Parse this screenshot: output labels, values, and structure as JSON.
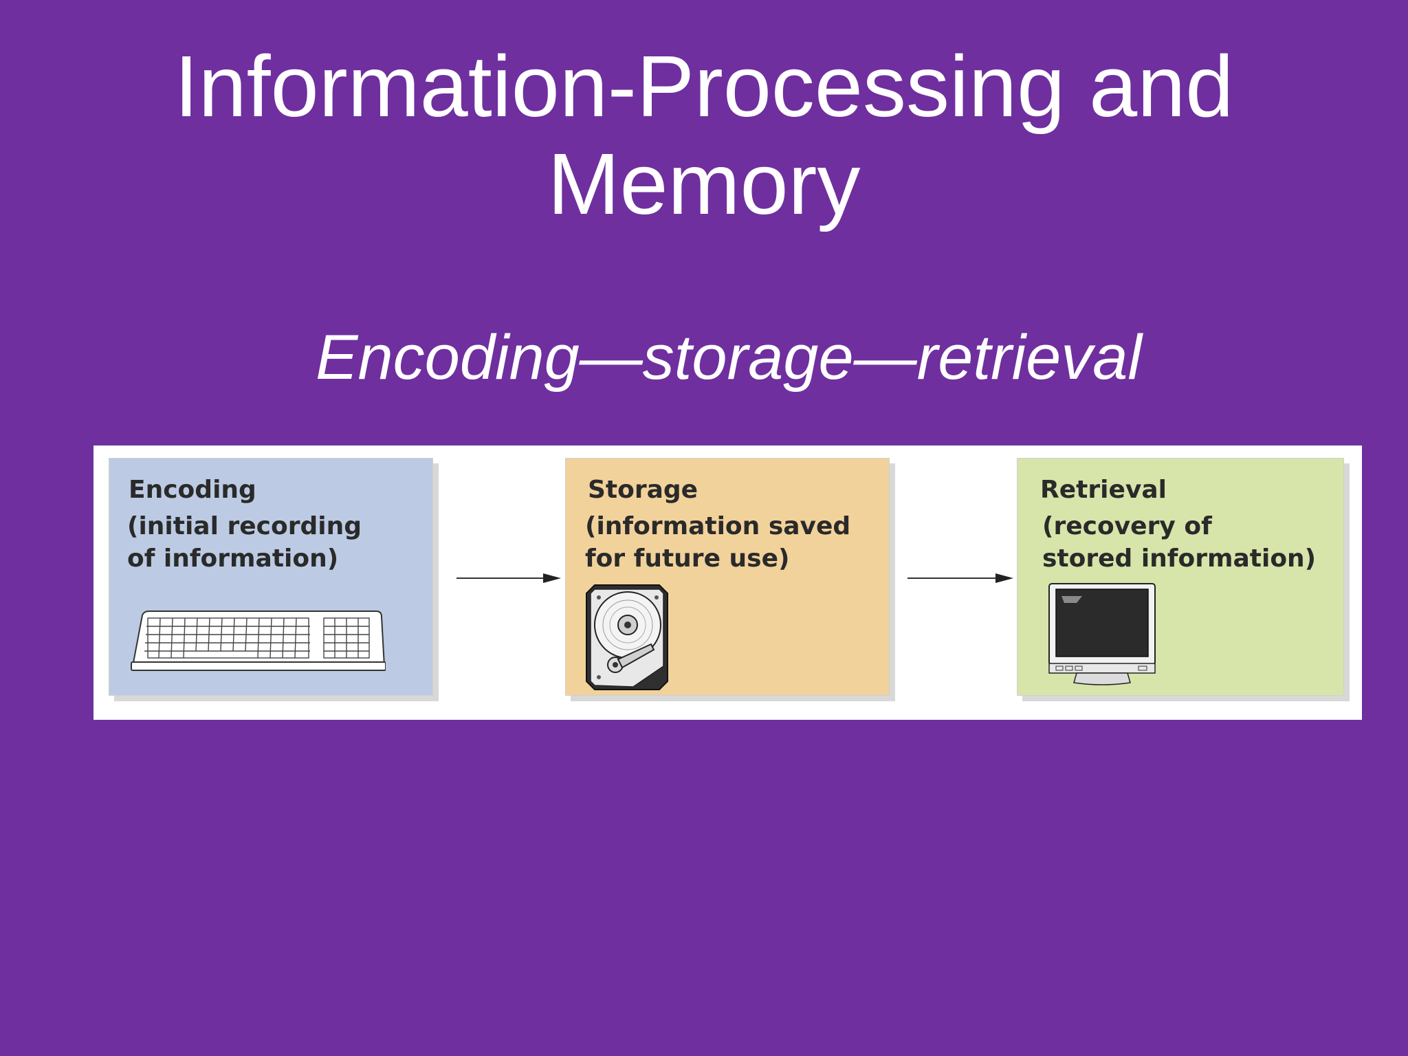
{
  "slide": {
    "title_lines": [
      "Information-Processing and",
      "Memory"
    ],
    "subtitle": "Encoding—storage—retrieval"
  },
  "figure": {
    "stages": [
      {
        "title": "Encoding",
        "description_lines": [
          "(initial recording",
          "of information)"
        ],
        "icon": "keyboard-icon",
        "color": "#bccbe3"
      },
      {
        "title": "Storage",
        "description_lines": [
          "(information saved",
          "for future use)"
        ],
        "icon": "hard-disk-icon",
        "color": "#f2d29b"
      },
      {
        "title": "Retrieval",
        "description_lines": [
          "(recovery of",
          "stored information)"
        ],
        "icon": "monitor-icon",
        "color": "#d7e4aa"
      }
    ],
    "arrows": [
      {
        "from": "Encoding",
        "to": "Storage"
      },
      {
        "from": "Storage",
        "to": "Retrieval"
      }
    ]
  },
  "colors": {
    "background": "#6f2f9f",
    "text": "#ffffff"
  }
}
